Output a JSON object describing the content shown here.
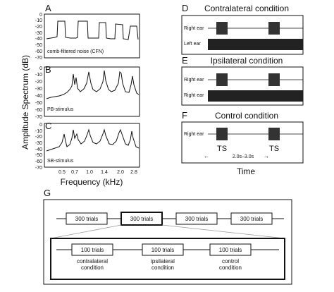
{
  "panels": {
    "A": {
      "label": "A",
      "caption": "comb-filtered noise (CFN)"
    },
    "B": {
      "label": "B",
      "caption": "PB-stimulus"
    },
    "C": {
      "label": "C",
      "caption": "SB-stimulus"
    },
    "D": {
      "label": "D",
      "title": "Contralateral condition",
      "track1": "Right ear",
      "track2": "Left ear"
    },
    "E": {
      "label": "E",
      "title": "Ipsilateral condition",
      "track1": "Right ear",
      "track2": "Right ear"
    },
    "F": {
      "label": "F",
      "title": "Control condition",
      "track1": "Right ear",
      "ts1": "TS",
      "ts2": "TS",
      "interval": "2.0s–3.0s"
    },
    "G": {
      "label": "G"
    }
  },
  "spectra_axes": {
    "ylabel": "Amplitude Spectrum (dB)",
    "xlabel": "Frequency (kHz)",
    "yticks": [
      "0",
      "-10",
      "-20",
      "-30",
      "-40",
      "-50",
      "-60",
      "-70"
    ],
    "xticks": [
      "0.5",
      "0.7",
      "1.0",
      "1.4",
      "2.0",
      "2.8"
    ]
  },
  "time_label": "Time",
  "sequence": {
    "top": [
      "300 trials",
      "300 trials",
      "300 trials",
      "300 trials"
    ],
    "bottom": [
      "100 trials",
      "100 trials",
      "100 trials"
    ],
    "conditions": [
      [
        "contralateral",
        "condition"
      ],
      [
        "ipsilateral",
        "condition"
      ],
      [
        "control",
        "condition"
      ]
    ]
  }
}
